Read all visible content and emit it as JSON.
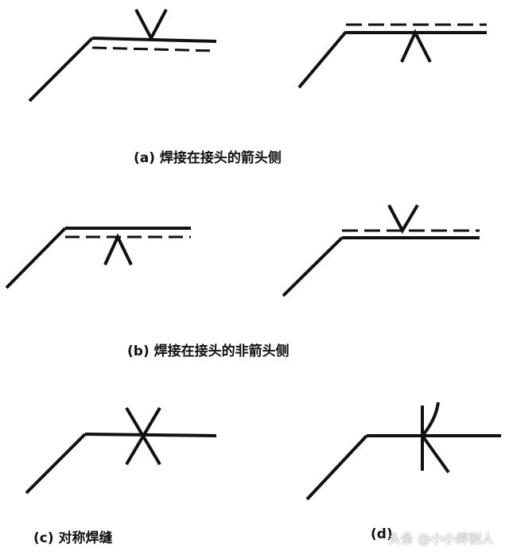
{
  "captions": {
    "a": "(a)  焊接在接头的箭头侧",
    "b": "(b)  焊接在接头的非箭头侧",
    "c": "(c)  对称焊缝",
    "d": "(d)"
  },
  "watermark": "头条 @小小焊割人",
  "colors": {
    "line": "#111111",
    "background": "#ffffff"
  }
}
